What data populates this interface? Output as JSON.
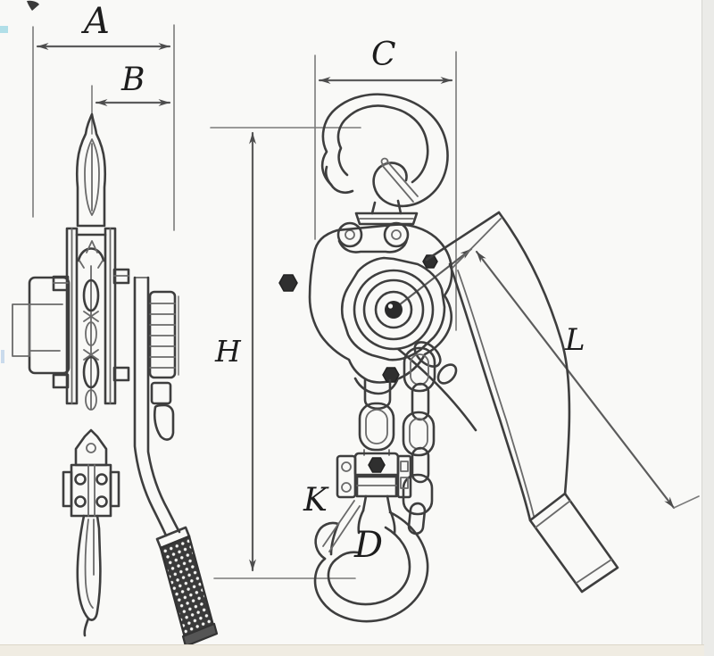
{
  "figure": {
    "type": "technical line drawing",
    "views": [
      "side elevation of lever chain hoist",
      "front elevation of lever chain hoist with lever handle"
    ]
  },
  "dimension_labels": {
    "A": "A",
    "B": "B",
    "C": "C",
    "H": "H",
    "K": "K",
    "D": "D",
    "L": "L"
  },
  "colors": {
    "background": "#f9f9f7",
    "drawing_line": "#3e3e3e",
    "dimension_line": "#5c5c5c",
    "label_text": "#1d1d1d",
    "grip_fill": "#3a3a3a",
    "right_margin": "#ebebe8",
    "bottom_margin": "#f0ece2",
    "scan_mark_cyan": "#9fd8e4",
    "scan_mark_blue": "#b9d0e8",
    "scan_mark_green": "#8fc98f"
  }
}
